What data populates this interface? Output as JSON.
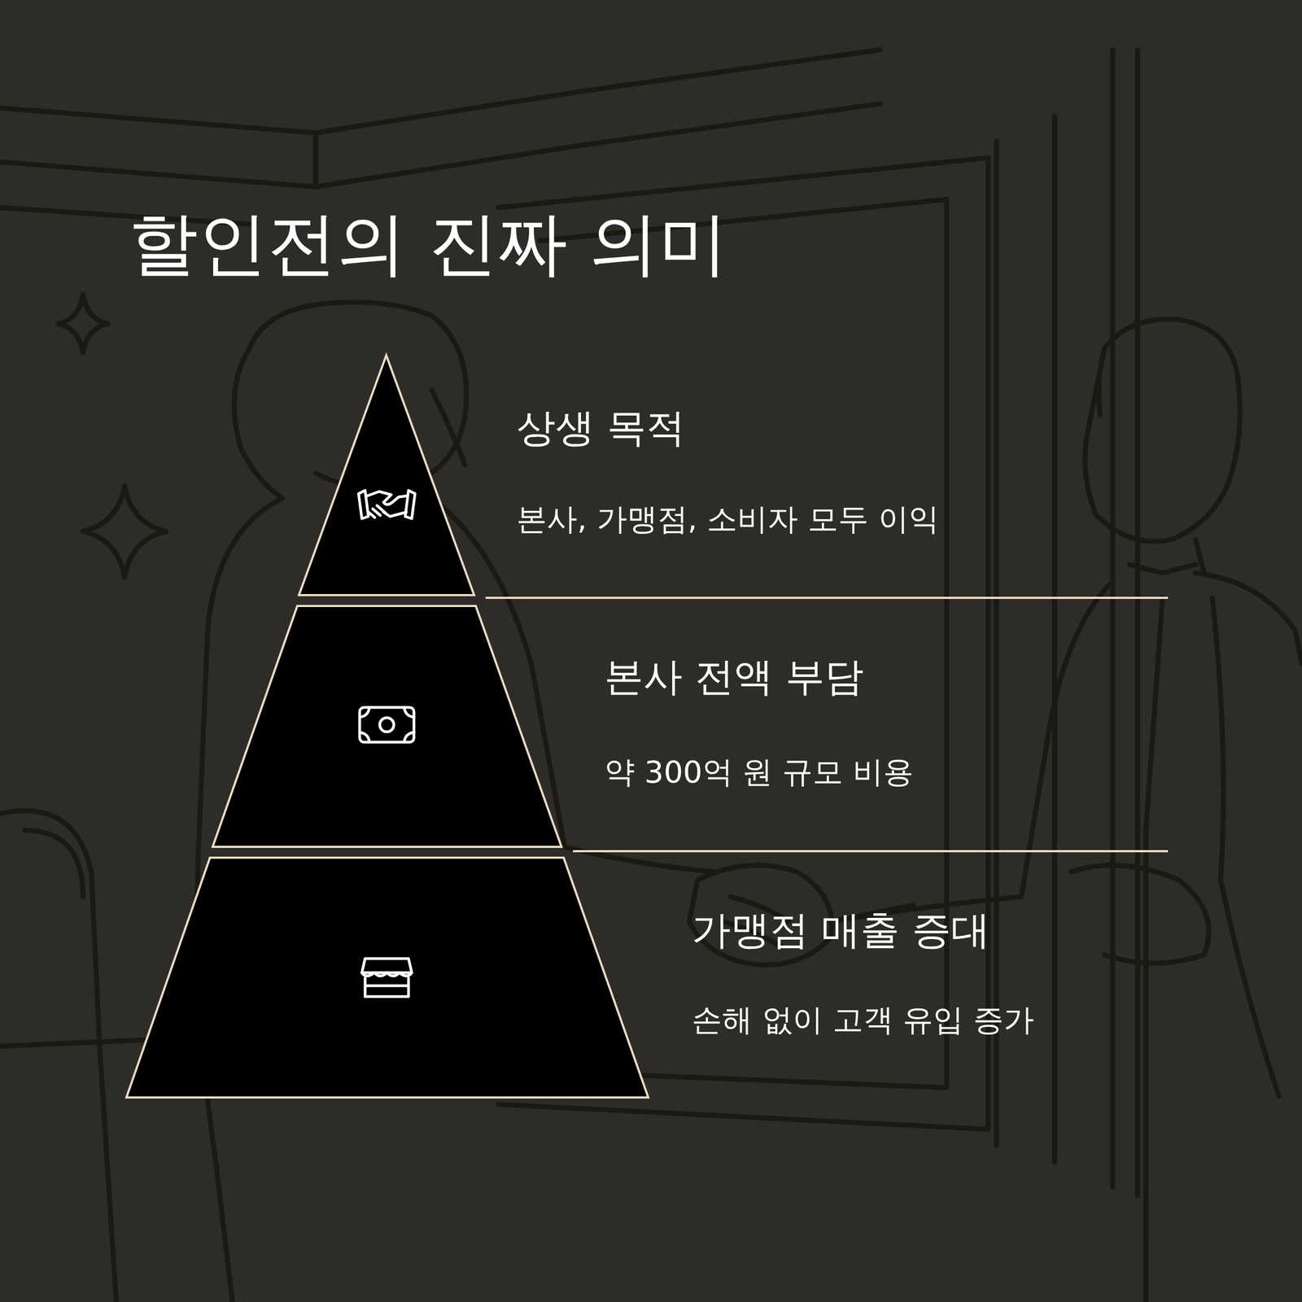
{
  "diagram": {
    "title": "할인전의 진짜 의미",
    "nodes": [
      {
        "text": [
          "상생 목적",
          "본사, 가맹점, 소비자 모두 이익"
        ]
      },
      {
        "text": [
          "본사 전액 부담",
          "약 300억 원 규모 비용"
        ]
      },
      {
        "text": [
          "가맹점 매출 증대",
          "손해 없이 고객 유입 증가"
        ]
      }
    ]
  }
}
